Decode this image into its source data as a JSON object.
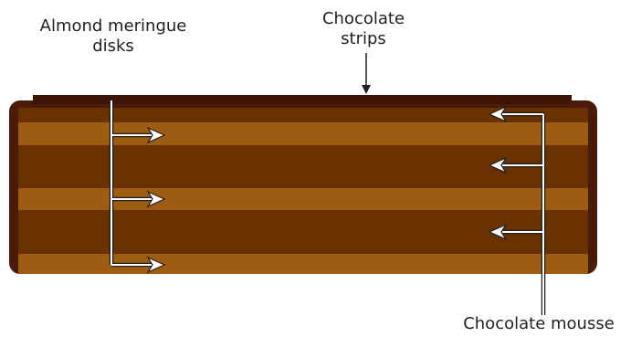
{
  "labels": {
    "meringue_line1": "Almond meringue",
    "meringue_line2": "disks",
    "strips_line1": "Chocolate",
    "strips_line2": "strips",
    "mousse": "Chocolate mousse"
  },
  "colors": {
    "outline": "#4a1a0a",
    "mousse": "#6a3200",
    "meringue": "#9c5d12",
    "strips": "#3d1406",
    "arrow_line": "#ffffff",
    "arrow_stroke": "#231f20"
  }
}
